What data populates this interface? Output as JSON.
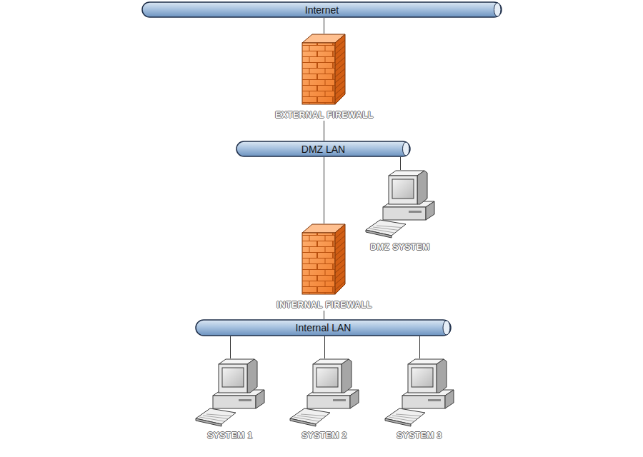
{
  "diagram": {
    "nodes": [
      {
        "text": [
          "Internet"
        ]
      },
      {
        "text": [
          "EXTERNAL FIREWALL"
        ]
      },
      {
        "text": [
          "DMZ LAN"
        ]
      },
      {
        "text": [
          "DMZ SYSTEM"
        ]
      },
      {
        "text": [
          "INTERNAL FIREWALL"
        ]
      },
      {
        "text": [
          "Internal LAN"
        ]
      },
      {
        "text": [
          "SYSTEM 1"
        ]
      },
      {
        "text": [
          "SYSTEM 2"
        ]
      },
      {
        "text": [
          "SYSTEM 3"
        ]
      }
    ],
    "edges": [
      {
        "from": 0,
        "to": 1,
        "arrow": "none"
      },
      {
        "from": 1,
        "to": 2,
        "arrow": "none"
      },
      {
        "from": 2,
        "to": 3,
        "arrow": "none"
      },
      {
        "from": 2,
        "to": 4,
        "arrow": "none"
      },
      {
        "from": 4,
        "to": 5,
        "arrow": "none"
      },
      {
        "from": 5,
        "to": 6,
        "arrow": "none"
      },
      {
        "from": 5,
        "to": 7,
        "arrow": "none"
      },
      {
        "from": 5,
        "to": 8,
        "arrow": "none"
      }
    ]
  }
}
